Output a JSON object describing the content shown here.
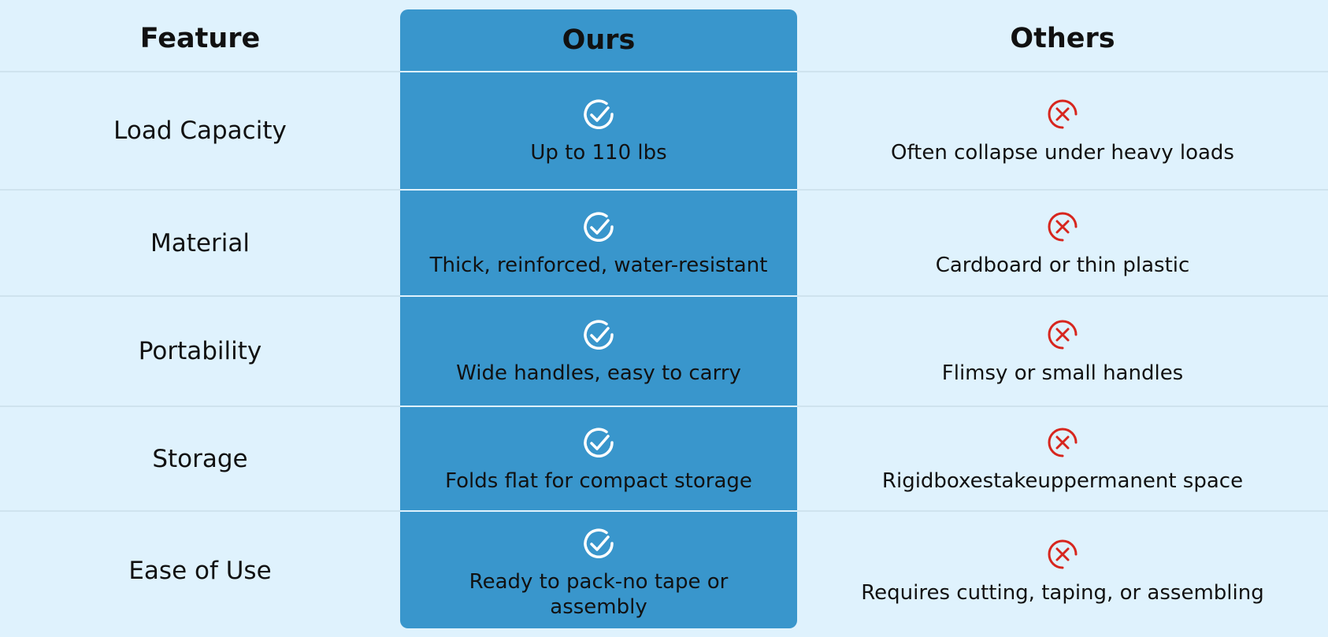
{
  "header": {
    "feature": "Feature",
    "ours": "Ours",
    "others": "Others"
  },
  "rows": [
    {
      "feature": "Load Capacity",
      "ours": "Up to 110 lbs",
      "others": "Often collapse under heavy loads"
    },
    {
      "feature": "Material",
      "ours": "Thick, reinforced, water-resistant",
      "others": "Cardboard or thin plastic"
    },
    {
      "feature": "Portability",
      "ours": "Wide handles, easy to carry",
      "others": "Flimsy or small handles"
    },
    {
      "feature": "Storage",
      "ours": "Folds flat for compact storage",
      "others": "Rigidboxestakeuppermanent space"
    },
    {
      "feature": "Ease of Use",
      "ours": "Ready to pack-no tape or assembly",
      "others": "Requires cutting, taping, or assembling"
    }
  ],
  "icons": {
    "ours": "check-circle-icon",
    "others": "x-circle-icon"
  },
  "colors": {
    "background": "#dff2fd",
    "ours_column": "#3996cc",
    "check": "#ffffff",
    "cross": "#d7261e"
  }
}
